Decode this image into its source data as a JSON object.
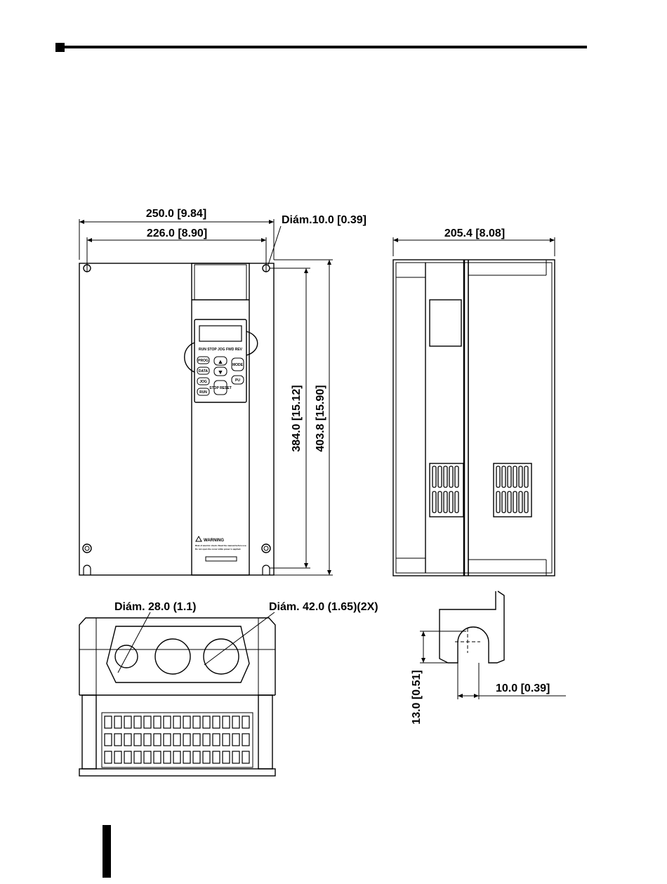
{
  "dimensions": {
    "front_width_outer": "250.0 [9.84]",
    "front_width_mount": "226.0 [8.90]",
    "mount_hole_diameter": "Diám.10.0 [0.39]",
    "side_depth": "205.4 [8.08]",
    "height_mount": "384.0 [15.12]",
    "height_total": "403.8 [15.90]",
    "bottom_hole_small": "Diám. 28.0 (1.1)",
    "bottom_hole_large": "Diám. 42.0 (1.65)(2X)",
    "slot_height": "13.0 [0.51]",
    "slot_width": "10.0 [0.39]"
  },
  "keypad": {
    "status_labels": "RUN STOP JOG FWD REV",
    "keys": [
      "PROG",
      "DATA",
      "JOG",
      "RUN",
      "STOP RESET",
      "MODE",
      "PU"
    ],
    "up_arrow": "▲",
    "down_arrow": "▼"
  },
  "warning": {
    "title": "WARNING",
    "line1": "Risk of electric shock. Read the manual before use.",
    "line2": "Do not open the cover while power is applied."
  }
}
